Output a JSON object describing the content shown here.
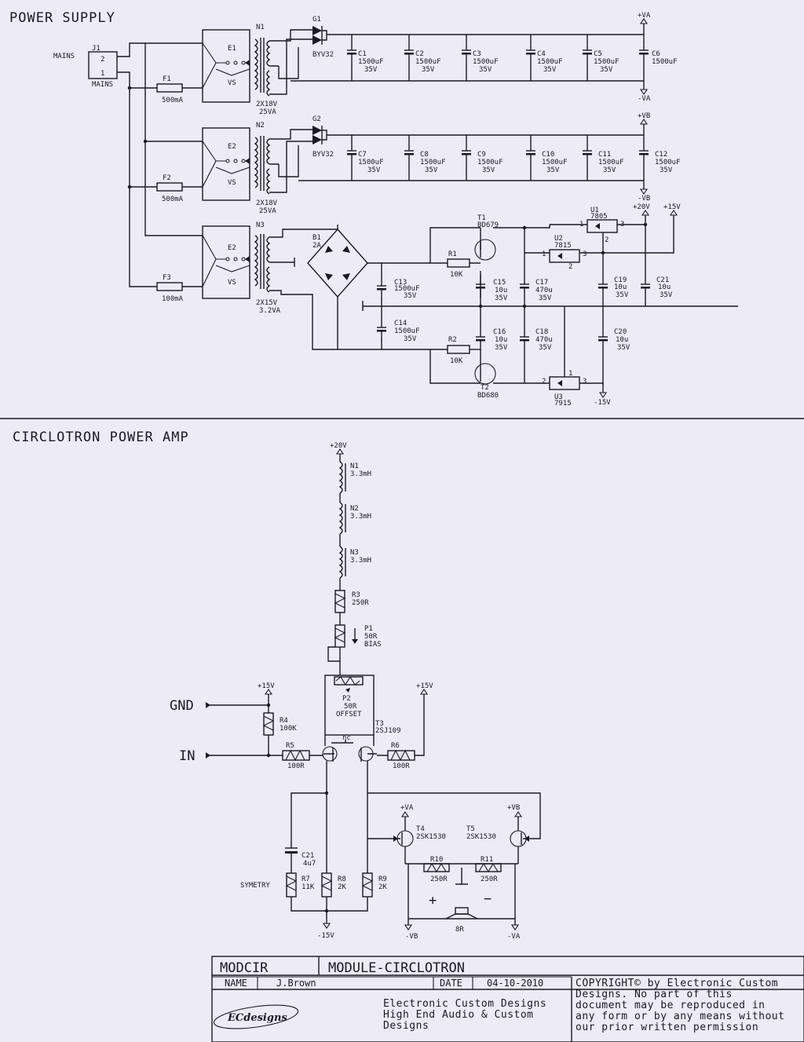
{
  "sections": {
    "power_supply": "POWER SUPPLY",
    "power_amp": "CIRCLOTRON POWER AMP"
  },
  "ps": {
    "j1": {
      "ref": "J1",
      "pin2": "2",
      "pin1": "1",
      "mains_left": "MAINS",
      "mains_below": "MAINS"
    },
    "fuses": [
      {
        "ref": "F1",
        "value": "500mA"
      },
      {
        "ref": "F2",
        "value": "500mA"
      },
      {
        "ref": "F3",
        "value": "100mA"
      }
    ],
    "selectors": [
      {
        "ref": "E1",
        "vs": "VS"
      },
      {
        "ref": "E2",
        "vs": "VS"
      },
      {
        "ref": "E2",
        "vs": "VS"
      }
    ],
    "transformers": [
      {
        "ref": "N1",
        "rating1": "2X18V",
        "rating2": "25VA"
      },
      {
        "ref": "N2",
        "rating1": "2X18V",
        "rating2": "25VA"
      },
      {
        "ref": "N3",
        "rating1": "2X15V",
        "rating2": "3.2VA"
      }
    ],
    "rectifiers": [
      {
        "ref": "G1",
        "part": "BYV32"
      },
      {
        "ref": "G2",
        "part": "BYV32"
      }
    ],
    "bridge": {
      "ref": "B1",
      "value": "2A"
    },
    "bank_a": [
      {
        "ref": "C1",
        "value": "1500uF",
        "volt": "35V"
      },
      {
        "ref": "C2",
        "value": "1500uF",
        "volt": "35V"
      },
      {
        "ref": "C3",
        "value": "1500uF",
        "volt": "35V"
      },
      {
        "ref": "C4",
        "value": "1500uF",
        "volt": "35V"
      },
      {
        "ref": "C5",
        "value": "1500uF",
        "volt": "35V"
      },
      {
        "ref": "C6",
        "value": "1500uF",
        "volt": ""
      }
    ],
    "bank_b": [
      {
        "ref": "C7",
        "value": "1500uF",
        "volt": "35V"
      },
      {
        "ref": "C8",
        "value": "1500uF",
        "volt": "35V"
      },
      {
        "ref": "C9",
        "value": "1500uF",
        "volt": "35V"
      },
      {
        "ref": "C10",
        "value": "1500uF",
        "volt": "35V"
      },
      {
        "ref": "C11",
        "value": "1500uF",
        "volt": "35V"
      },
      {
        "ref": "C12",
        "value": "1500uF",
        "volt": "35V"
      }
    ],
    "rails": {
      "pva": "+VA",
      "nva": "-VA",
      "pvb": "+VB",
      "nvb": "-VB",
      "p20": "+20V",
      "p15": "+15V",
      "n15": "-15V"
    },
    "reg": {
      "c13": {
        "ref": "C13",
        "value": "1500uF",
        "volt": "35V"
      },
      "c14": {
        "ref": "C14",
        "value": "1500uF",
        "volt": "35V"
      },
      "r1": {
        "ref": "R1",
        "value": "10K"
      },
      "r2": {
        "ref": "R2",
        "value": "10K"
      },
      "t1": {
        "ref": "T1",
        "part": "BD679"
      },
      "t2": {
        "ref": "T2",
        "part": "BD680"
      },
      "c15": {
        "ref": "C15",
        "value": "10u",
        "volt": "35V"
      },
      "c16": {
        "ref": "C16",
        "value": "10u",
        "volt": "35V"
      },
      "c17": {
        "ref": "C17",
        "value": "470u",
        "volt": "35V"
      },
      "c18": {
        "ref": "C18",
        "value": "470u",
        "volt": "35V"
      },
      "c19": {
        "ref": "C19",
        "value": "10u",
        "volt": "35V"
      },
      "c20": {
        "ref": "C20",
        "value": "10u",
        "volt": "35V"
      },
      "c21": {
        "ref": "C21",
        "value": "10u",
        "volt": "35V"
      },
      "u1": {
        "ref": "U1",
        "part": "7805",
        "p1": "1",
        "p2": "2",
        "p3": "3"
      },
      "u2": {
        "ref": "U2",
        "part": "7815",
        "p1": "1",
        "p2": "2",
        "p3": "3"
      },
      "u3": {
        "ref": "U3",
        "part": "7915",
        "p1": "1",
        "p2": "2",
        "p3": "3"
      }
    }
  },
  "amp": {
    "plus20": "+20V",
    "inductors": [
      {
        "ref": "N1",
        "value": "3.3mH"
      },
      {
        "ref": "N2",
        "value": "3.3mH"
      },
      {
        "ref": "N3",
        "value": "3.3mH"
      }
    ],
    "r3": {
      "ref": "R3",
      "value": "250R"
    },
    "p1": {
      "ref": "P1",
      "value": "50R",
      "note": "BIAS"
    },
    "p2": {
      "ref": "P2",
      "value": "50R",
      "note": "OFFSET"
    },
    "t3": {
      "ref": "T3",
      "part": "2SJ109",
      "nc": "nc"
    },
    "gnd": "GND",
    "in": "IN",
    "plus15_left": "+15V",
    "plus15_right": "+15V",
    "r4": {
      "ref": "R4",
      "value": "100K"
    },
    "r5": {
      "ref": "R5",
      "value": "100R"
    },
    "r6": {
      "ref": "R6",
      "value": "100R"
    },
    "c21": {
      "ref": "C21",
      "value": "4u7"
    },
    "symetry": "SYMETRY",
    "r7": {
      "ref": "R7",
      "value": "11K"
    },
    "r8": {
      "ref": "R8",
      "value": "2K"
    },
    "r9": {
      "ref": "R9",
      "value": "2K"
    },
    "minus15": "-15V",
    "t4": {
      "ref": "T4",
      "part": "2SK1530"
    },
    "t5": {
      "ref": "T5",
      "part": "2SK1530"
    },
    "pva": "+VA",
    "pvb": "+VB",
    "nvb": "-VB",
    "nva": "-VA",
    "r10": {
      "ref": "R10",
      "value": "250R"
    },
    "r11": {
      "ref": "R11",
      "value": "250R"
    },
    "plus_sign": "+",
    "minus_sign": "−",
    "speaker": "8R"
  },
  "titleblock": {
    "code": "MODCIR",
    "module": "MODULE-CIRCLOTRON",
    "name_label": "NAME",
    "name": "J.Brown",
    "date_label": "DATE",
    "date": "04-10-2010",
    "logo": "ECdesigns",
    "company1": "Electronic Custom Designs",
    "company2": "High End Audio  &  Custom",
    "company3": "Designs",
    "copyright1": "COPYRIGHT© by Electronic Custom",
    "copyright2": "Designs. No part of this",
    "copyright3": "document may be reproduced in",
    "copyright4": "any form or by any means without",
    "copyright5": "our prior written permission"
  }
}
